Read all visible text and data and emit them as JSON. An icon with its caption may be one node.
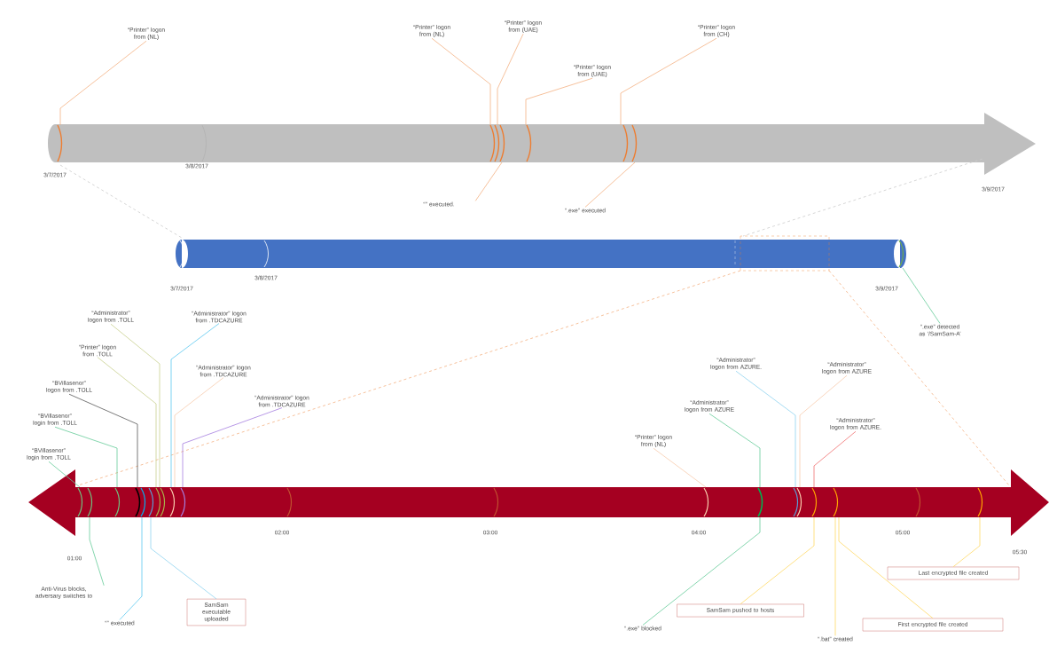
{
  "diagram": {
    "nodes": [
      {
        "text": [
          "“Printer” logon from (NL)"
        ]
      },
      {
        "text": [
          "“Printer” logon from (NL)"
        ]
      },
      {
        "text": [
          "“Printer” logon from (UAE)"
        ]
      },
      {
        "text": [
          "“Printer” logon from (UAE)"
        ]
      },
      {
        "text": [
          "“Printer” logon from (CH)"
        ]
      },
      {
        "text": [
          "“” executed."
        ]
      },
      {
        "text": [
          "“.exe” executed"
        ]
      },
      {
        "text": [
          "“.exe” detected as ‘/SamSam-A’"
        ]
      },
      {
        "text": [
          "“Administrator” logon from .TOLL"
        ]
      },
      {
        "text": [
          "“Administrator” logon from .TDCAZURE"
        ]
      },
      {
        "text": [
          "“Printer” logon from .TOLL"
        ]
      },
      {
        "text": [
          "“Administrator” logon from .TDCAZURE"
        ]
      },
      {
        "text": [
          "“BVillasenor” logon from .TOLL"
        ]
      },
      {
        "text": [
          "“Administrator” logon from .TDCAZURE"
        ]
      },
      {
        "text": [
          "“BVillasenor” login from .TOLL"
        ]
      },
      {
        "text": [
          "“BVillasenor” login from .TOLL"
        ]
      },
      {
        "text": [
          "“Administrator” logon from AZURE."
        ]
      },
      {
        "text": [
          "“Administrator” logon from AZURE"
        ]
      },
      {
        "text": [
          "“Administrator” logon from AZURE"
        ]
      },
      {
        "text": [
          "“Administrator” logon from AZURE."
        ]
      },
      {
        "text": [
          "“Printer” logon from (NL)"
        ]
      },
      {
        "text": [
          "Anti-Virus blocks, adversary switches to"
        ]
      },
      {
        "text": [
          "“” executed"
        ]
      },
      {
        "text": [
          "SamSam executable uploaded"
        ]
      },
      {
        "text": [
          "“.exe” blocked"
        ]
      },
      {
        "text": [
          "SamSam pushed to hosts"
        ]
      },
      {
        "text": [
          "“.bat” created"
        ]
      },
      {
        "text": [
          "First encrypted file created"
        ]
      },
      {
        "text": [
          "Last encrypted file created"
        ]
      }
    ],
    "edges": [
      {
        "from": 0,
        "to": null,
        "arrow": "none",
        "color": "#f4b183"
      },
      {
        "from": 1,
        "to": null,
        "arrow": "none",
        "color": "#f4b183"
      },
      {
        "from": 2,
        "to": null,
        "arrow": "none",
        "color": "#f4b183"
      },
      {
        "from": 3,
        "to": null,
        "arrow": "none",
        "color": "#f4b183"
      },
      {
        "from": 4,
        "to": null,
        "arrow": "none",
        "color": "#f4b183"
      },
      {
        "from": 5,
        "to": null,
        "arrow": "none",
        "color": "#f4b183"
      },
      {
        "from": 6,
        "to": null,
        "arrow": "none",
        "color": "#f4b183"
      },
      {
        "from": 7,
        "to": null,
        "arrow": "none",
        "color": "#66cc99"
      },
      {
        "from": 8,
        "to": null,
        "arrow": "none",
        "color": "#c9d18f"
      },
      {
        "from": 9,
        "to": null,
        "arrow": "none",
        "color": "#5bc8f0"
      },
      {
        "from": 10,
        "to": null,
        "arrow": "none",
        "color": "#c9d18f"
      },
      {
        "from": 11,
        "to": null,
        "arrow": "none",
        "color": "#f8cbad"
      },
      {
        "from": 12,
        "to": null,
        "arrow": "none",
        "color": "#595959"
      },
      {
        "from": 13,
        "to": null,
        "arrow": "none",
        "color": "#a67fe0"
      },
      {
        "from": 14,
        "to": null,
        "arrow": "none",
        "color": "#66cc99"
      },
      {
        "from": 15,
        "to": null,
        "arrow": "none",
        "color": "#66cc99"
      },
      {
        "from": 16,
        "to": null,
        "arrow": "none",
        "color": "#8fd3f0"
      },
      {
        "from": 17,
        "to": null,
        "arrow": "none",
        "color": "#f8cbad"
      },
      {
        "from": 18,
        "to": null,
        "arrow": "none",
        "color": "#66cc99"
      },
      {
        "from": 19,
        "to": null,
        "arrow": "none",
        "color": "#f07070"
      },
      {
        "from": 20,
        "to": null,
        "arrow": "none",
        "color": "#f8cbad"
      },
      {
        "from": 21,
        "to": null,
        "arrow": "none",
        "color": "#66cc99"
      },
      {
        "from": 22,
        "to": null,
        "arrow": "none",
        "color": "#5bc8f0"
      },
      {
        "from": 23,
        "to": null,
        "arrow": "none",
        "color": "#8fd3f0"
      },
      {
        "from": 24,
        "to": null,
        "arrow": "none",
        "color": "#66cc99"
      },
      {
        "from": 25,
        "to": null,
        "arrow": "none",
        "color": "#ffd966"
      },
      {
        "from": 26,
        "to": null,
        "arrow": "none",
        "color": "#ffd966"
      },
      {
        "from": 27,
        "to": null,
        "arrow": "none",
        "color": "#ffd966"
      },
      {
        "from": 28,
        "to": null,
        "arrow": "none",
        "color": "#ffd966"
      }
    ],
    "labels": [
      "3/7/2017",
      "3/8/2017",
      "3/9/2017",
      "3/7/2017",
      "3/8/2017",
      "3/9/2017",
      "01:00",
      "02:00",
      "03:00",
      "04:00",
      "05:00",
      "05:30"
    ]
  }
}
